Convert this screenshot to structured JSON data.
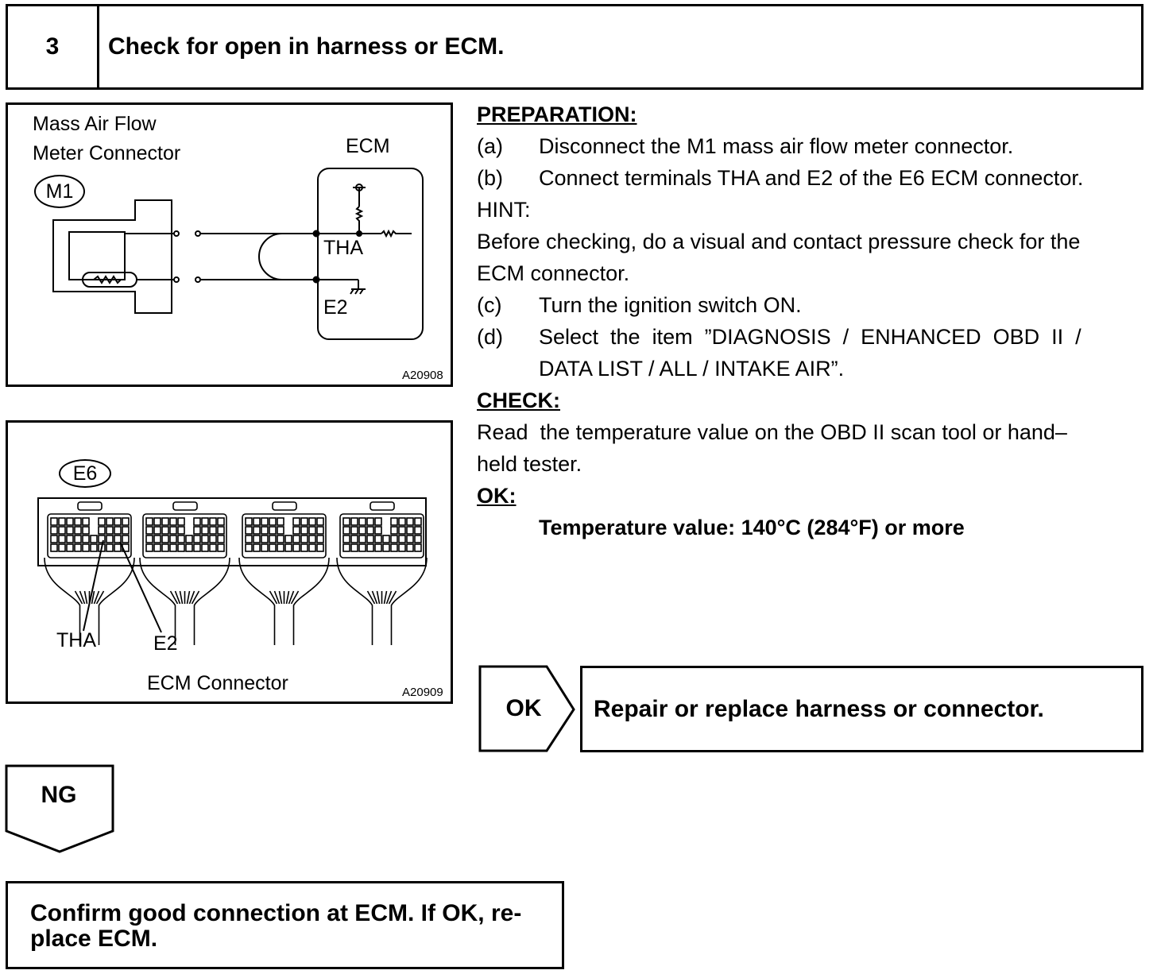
{
  "step": {
    "number": "3",
    "title": "Check for open in harness or ECM."
  },
  "figure1": {
    "label_line1": "Mass Air Flow",
    "label_line2": "Meter Connector",
    "connector_id": "M1",
    "ecm_label": "ECM",
    "tha_label": "THA",
    "e2_label": "E2",
    "figure_code": "A20908"
  },
  "figure2": {
    "connector_id": "E6",
    "tha_label": "THA",
    "e2_label": "E2",
    "caption": "ECM Connector",
    "figure_code": "A20909"
  },
  "instructions": {
    "preparation_heading": "PREPARATION:",
    "steps": [
      {
        "letter": "(a)",
        "text": "Disconnect the M1 mass air flow meter connector."
      },
      {
        "letter": "(b)",
        "text": "Connect terminals THA and E2 of the E6 ECM connector."
      }
    ],
    "hint_heading": "HINT:",
    "hint_line1": "Before checking, do a visual and contact pressure check for the",
    "hint_line2": "ECM connector.",
    "steps2": [
      {
        "letter": "(c)",
        "text": "Turn the ignition switch ON."
      },
      {
        "letter": "(d)",
        "text": "Select  the  item  ”DIAGNOSIS  /  ENHANCED  OBD  II  /"
      }
    ],
    "step_d_line2": "DATA LIST / ALL / INTAKE AIR”.",
    "check_heading": "CHECK:",
    "check_line1": "Read  the temperature value on the OBD II scan tool or hand–",
    "check_line2": "held tester.",
    "ok_heading": "OK:",
    "ok_value": "Temperature value: 140°C (284°F) or more"
  },
  "ok_result": {
    "label": "OK",
    "action": "Repair or replace harness or connector."
  },
  "ng_result": {
    "label": "NG",
    "action_line1": "Confirm good connection at ECM. If OK, re-",
    "action_line2": "place ECM."
  }
}
